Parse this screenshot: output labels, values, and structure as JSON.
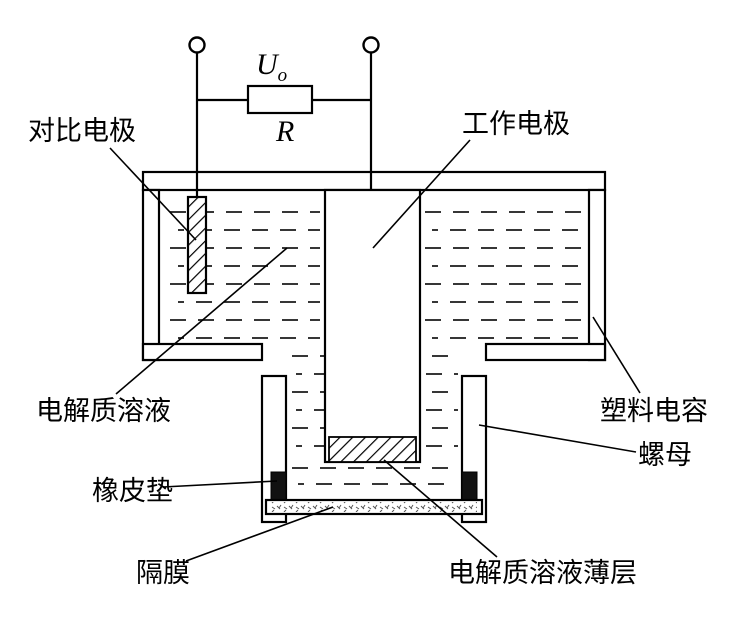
{
  "circuit": {
    "u_label": "U",
    "u_sub": "o",
    "r_label": "R"
  },
  "labels": {
    "reference_electrode": "对比电极",
    "working_electrode": "工作电极",
    "electrolyte_solution": "电解质溶液",
    "plastic_shell": "塑料电容",
    "nut": "螺母",
    "rubber_pad": "橡皮垫",
    "diaphragm": "隔膜",
    "electrolyte_thin_layer": "电解质溶液薄层"
  },
  "colors": {
    "line": "#000000",
    "background": "#ffffff",
    "rubber_pad_fill": "#111111"
  }
}
